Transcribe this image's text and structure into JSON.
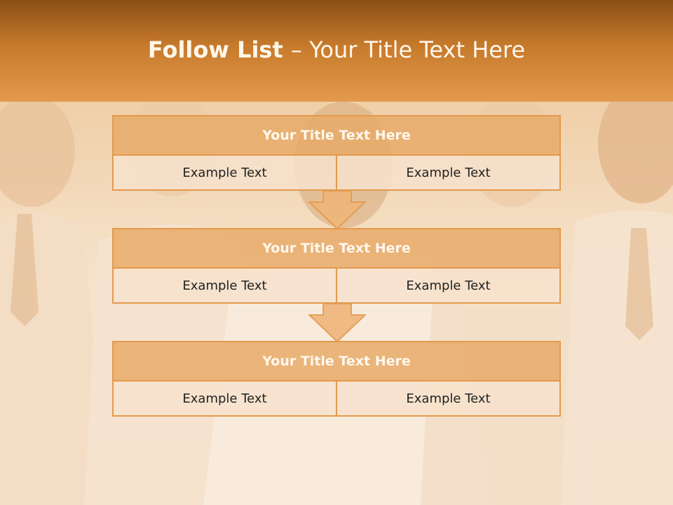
{
  "title": {
    "bold": "Follow List ",
    "rest": " – Your Title Text Here"
  },
  "steps": [
    {
      "heading": "Your Title Text Here",
      "left": "Example Text",
      "right": "Example Text"
    },
    {
      "heading": "Your Title Text Here",
      "left": "Example Text",
      "right": "Example Text"
    },
    {
      "heading": "Your Title Text Here",
      "left": "Example Text",
      "right": "Example Text"
    }
  ],
  "colors": {
    "accent": "#e39a4d",
    "header_dark": "#8a4f16",
    "title_text": "#fff6ea"
  },
  "icons": {
    "connector": "down-arrow-icon"
  }
}
